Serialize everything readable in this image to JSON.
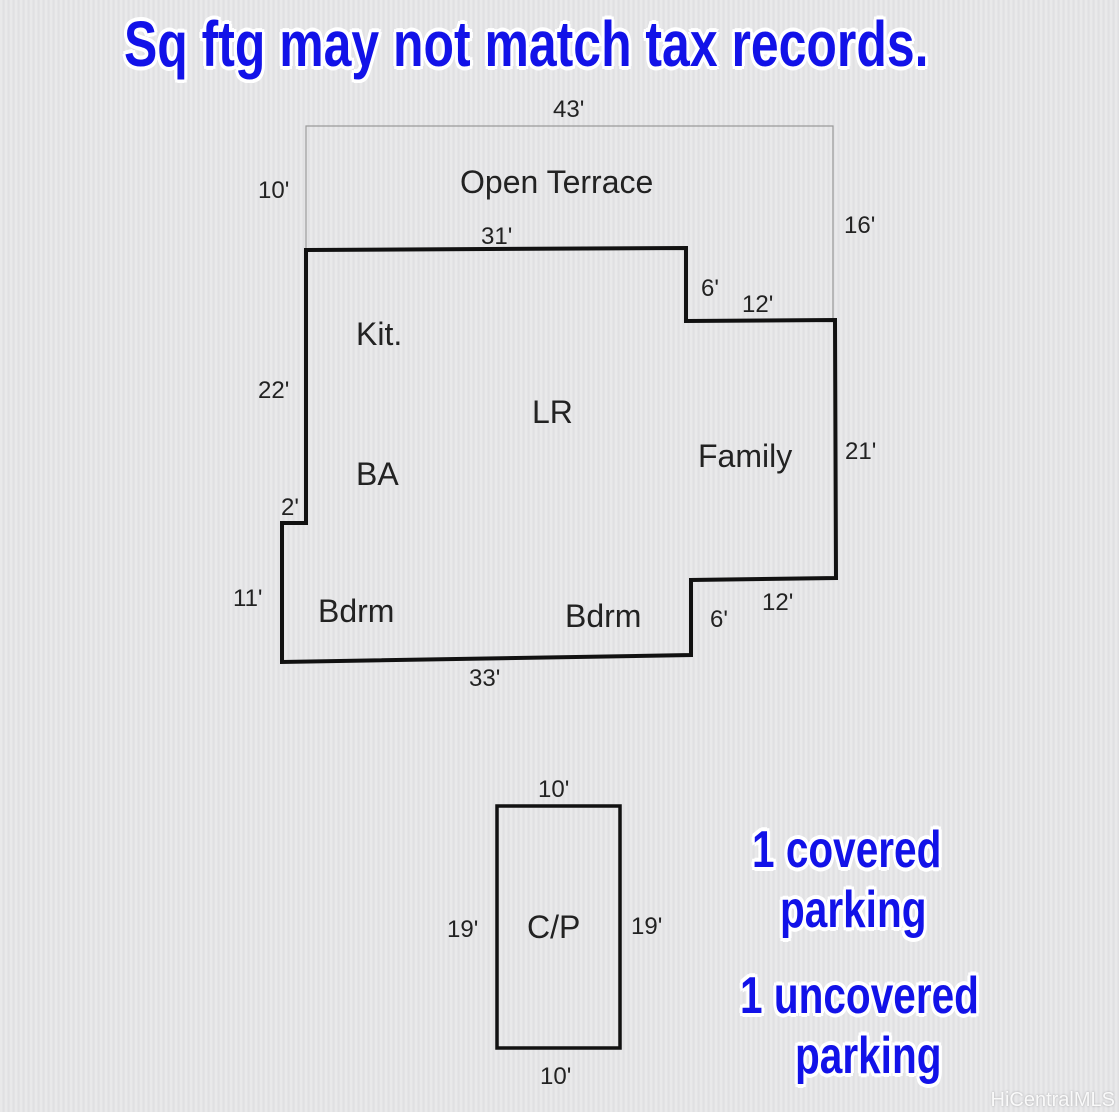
{
  "header": {
    "notice": "Sq ftg may not match tax records."
  },
  "rooms": {
    "terrace": "Open Terrace",
    "kitchen": "Kit.",
    "living": "LR",
    "bath": "BA",
    "family": "Family",
    "bedroom_left": "Bdrm",
    "bedroom_right": "Bdrm",
    "carport": "C/P"
  },
  "dimensions": {
    "terrace_top": "43'",
    "terrace_left": "10'",
    "terrace_right": "16'",
    "house_top": "31'",
    "notch_top_vertical": "6'",
    "notch_top_horizontal": "12'",
    "house_left_upper": "22'",
    "house_left_step": "2'",
    "house_left_lower": "11'",
    "house_right": "21'",
    "notch_bottom_horizontal": "12'",
    "notch_bottom_vertical": "6'",
    "house_bottom": "33'",
    "carport_top": "10'",
    "carport_left": "19'",
    "carport_right": "19'",
    "carport_bottom": "10'"
  },
  "parking": {
    "covered_line1": "1 covered",
    "covered_line2": "parking",
    "uncovered_line1": "1 uncovered",
    "uncovered_line2": "parking"
  },
  "watermark": "HiCentralMLS"
}
